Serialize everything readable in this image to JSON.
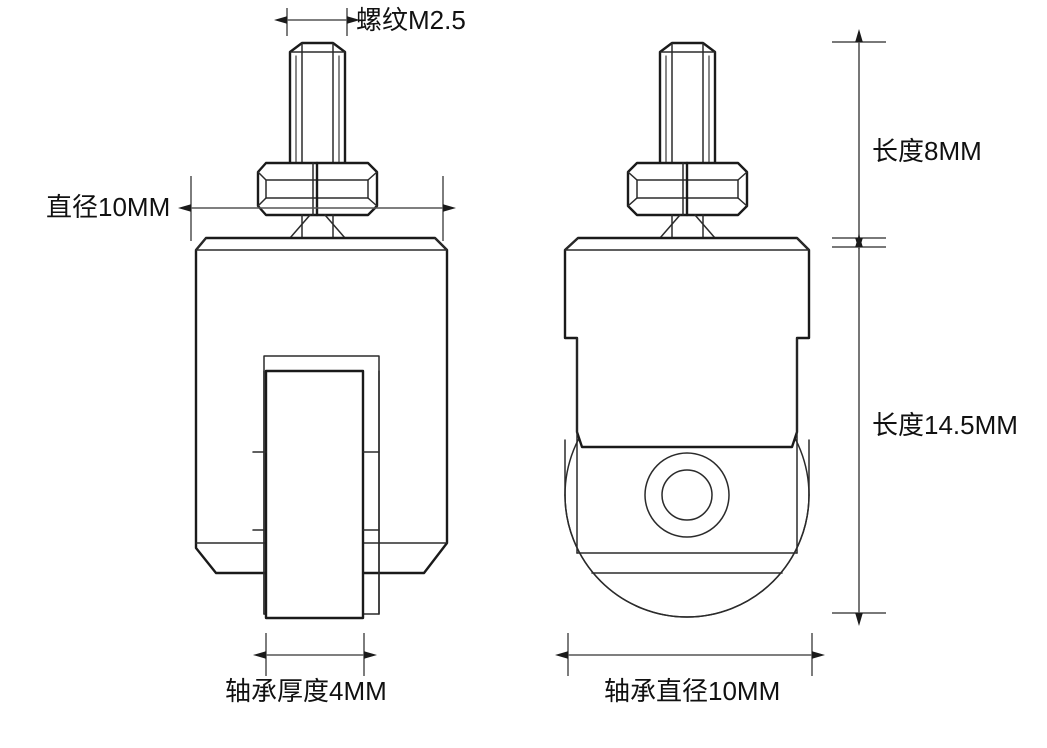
{
  "drawing": {
    "type": "engineering-drawing",
    "subject": "caster-wheel-threaded-stem",
    "views": [
      {
        "name": "front-view",
        "position": "left"
      },
      {
        "name": "side-view",
        "position": "right"
      }
    ],
    "units": "MM",
    "line_color": "#1a1a1a",
    "dim_color": "#555555",
    "background": "#ffffff"
  },
  "dimensions": {
    "thread": {
      "label": "螺纹M2.5",
      "value": "M2.5",
      "kind": "thread-spec",
      "orientation": "horizontal",
      "view": "front-view"
    },
    "diameter": {
      "label": "直径10MM",
      "value": "10",
      "unit": "MM",
      "kind": "outer-diameter",
      "orientation": "horizontal",
      "view": "front-view"
    },
    "length_top": {
      "label": "长度8MM",
      "value": "8",
      "unit": "MM",
      "kind": "stem-length",
      "orientation": "vertical",
      "view": "side-view"
    },
    "length_bottom": {
      "label": "长度14.5MM",
      "value": "14.5",
      "unit": "MM",
      "kind": "body-length",
      "orientation": "vertical",
      "view": "side-view"
    },
    "bearing_thickness": {
      "label": "轴承厚度4MM",
      "value": "4",
      "unit": "MM",
      "kind": "bearing-thickness",
      "orientation": "horizontal",
      "view": "front-view"
    },
    "bearing_diameter": {
      "label": "轴承直径10MM",
      "value": "10",
      "unit": "MM",
      "kind": "bearing-diameter",
      "orientation": "horizontal",
      "view": "side-view"
    }
  }
}
